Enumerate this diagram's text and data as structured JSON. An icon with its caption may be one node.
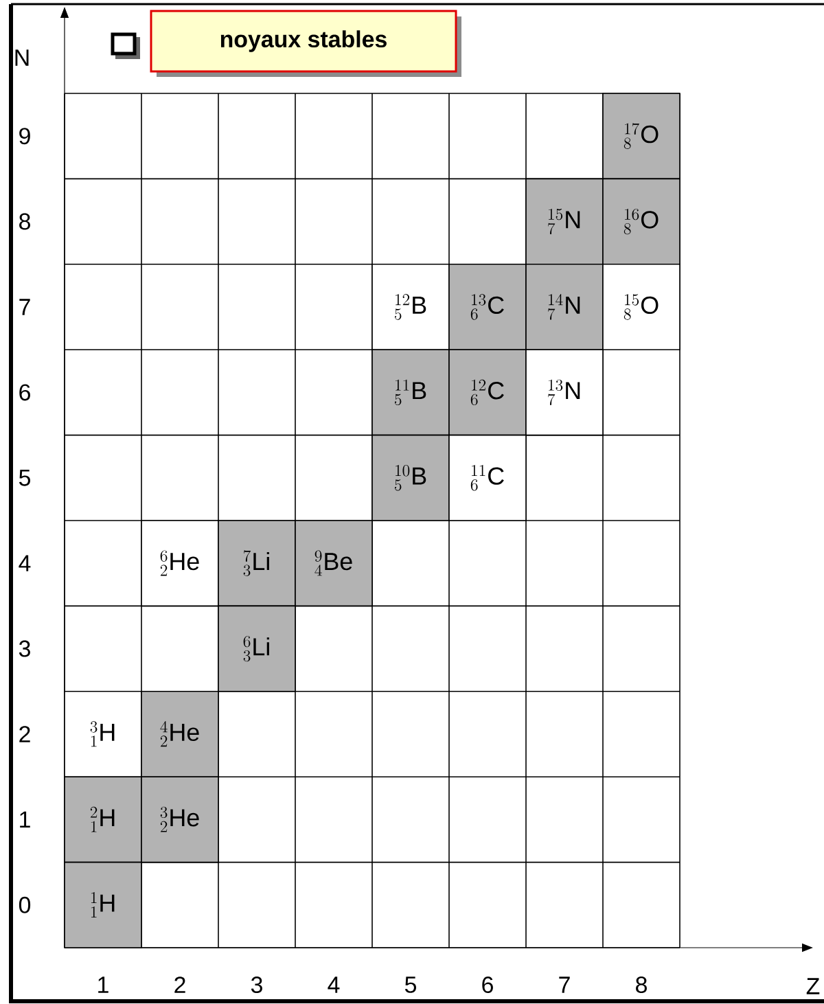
{
  "diagram": {
    "nodes": [
      {
        "text": [
          "{}^{17}_{8}\\mathrm{O}"
        ]
      },
      {
        "text": [
          "{}^{15}_{7}\\mathrm{N}"
        ]
      },
      {
        "text": [
          "{}^{16}_{8}\\mathrm{O}"
        ]
      },
      {
        "text": [
          "{}^{12}_{5}\\mathrm{B}"
        ]
      },
      {
        "text": [
          "{}^{13}_{6}\\mathrm{C}"
        ]
      },
      {
        "text": [
          "{}^{14}_{7}\\mathrm{N}"
        ]
      },
      {
        "text": [
          "{}^{15}_{8}\\mathrm{O}"
        ]
      },
      {
        "text": [
          "{}^{11}_{5}\\mathrm{B}"
        ]
      },
      {
        "text": [
          "{}^{12}_{6}\\mathrm{C}"
        ]
      },
      {
        "text": [
          "{}^{13}_{7}\\mathrm{N}"
        ]
      },
      {
        "text": [
          "{}^{10}_{5}\\mathrm{B}"
        ]
      },
      {
        "text": [
          "{}^{11}_{6}\\mathrm{C}"
        ]
      },
      {
        "text": [
          "{}^{6}_{2}\\mathrm{He}"
        ]
      },
      {
        "text": [
          "{}^{7}_{3}\\mathrm{Li}"
        ]
      },
      {
        "text": [
          "{}^{9}_{4}\\mathrm{Be}"
        ]
      },
      {
        "text": [
          "{}^{6}_{3}\\mathrm{Li}"
        ]
      },
      {
        "text": [
          "{}^{3}_{1}\\mathrm{H}"
        ]
      },
      {
        "text": [
          "{}^{4}_{2}\\mathrm{He}"
        ]
      },
      {
        "text": [
          "{}^{2}_{1}\\mathrm{H}"
        ]
      },
      {
        "text": [
          "{}^{3}_{2}\\mathrm{He}"
        ]
      },
      {
        "text": [
          "{}^{1}_{1}\\mathrm{H}"
        ]
      }
    ],
    "labels": [
      "N",
      "9",
      "8",
      "7",
      "6",
      "5",
      "4",
      "3",
      "2",
      "1",
      "0",
      "1",
      "2",
      "3",
      "4",
      "5",
      "6",
      "7",
      "8",
      "Z"
    ],
    "legend": [
      {
        "text": "noyaux stables"
      }
    ]
  }
}
